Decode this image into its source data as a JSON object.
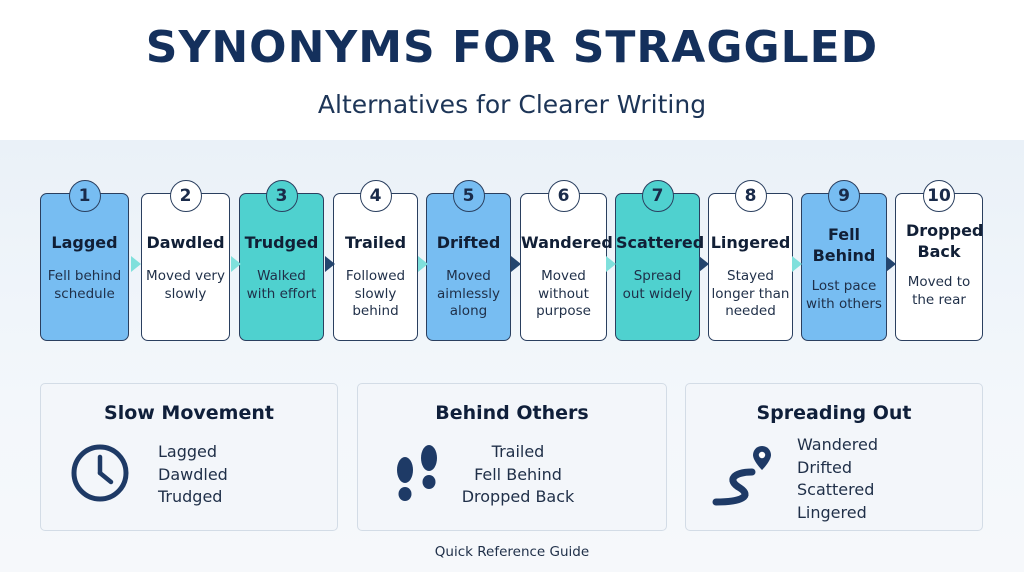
{
  "title": "SYNONYMS FOR STRAGGLED",
  "subtitle": "Alternatives for Clearer Writing",
  "steps": [
    {
      "num": "1",
      "word": "Lagged",
      "desc": [
        "Fell behind",
        "schedule"
      ],
      "color": "#77bdf2"
    },
    {
      "num": "2",
      "word": "Dawdled",
      "desc": [
        "Moved very",
        "slowly"
      ],
      "color": "#ffffff"
    },
    {
      "num": "3",
      "word": "Trudged",
      "desc": [
        "Walked",
        "with effort"
      ],
      "color": "#4fd1cf"
    },
    {
      "num": "4",
      "word": "Trailed",
      "desc": [
        "Followed",
        "slowly",
        "behind"
      ],
      "color": "#ffffff"
    },
    {
      "num": "5",
      "word": "Drifted",
      "desc": [
        "Moved",
        "aimlessly",
        "along"
      ],
      "color": "#77bdf2"
    },
    {
      "num": "6",
      "word": "Wandered",
      "desc": [
        "Moved",
        "without",
        "purpose"
      ],
      "color": "#ffffff"
    },
    {
      "num": "7",
      "word": "Scattered",
      "desc": [
        "Spread",
        "out widely"
      ],
      "color": "#4fd1cf"
    },
    {
      "num": "8",
      "word": "Lingered",
      "desc": [
        "Stayed",
        "longer than",
        "needed"
      ],
      "color": "#ffffff"
    },
    {
      "num": "9",
      "word": "Fell Behind",
      "desc": [
        "Lost pace",
        "with others"
      ],
      "color": "#77bdf2"
    },
    {
      "num": "10",
      "word": "Dropped Back",
      "desc": [
        "Moved to",
        "the rear"
      ],
      "color": "#ffffff"
    }
  ],
  "categories": [
    {
      "title": "Slow Movement",
      "icon": "clock-icon",
      "items": [
        "Lagged",
        "Dawdled",
        "Trudged"
      ]
    },
    {
      "title": "Behind Others",
      "icon": "footprints-icon",
      "items": [
        "Trailed",
        "Fell Behind",
        "Dropped Back"
      ]
    },
    {
      "title": "Spreading Out",
      "icon": "winding-path-pin-icon",
      "items": [
        "Wandered",
        "Drifted",
        "Scattered",
        "Lingered"
      ]
    }
  ],
  "footer": "Quick Reference Guide",
  "colors": {
    "navy": "#14305c",
    "blue": "#77bdf2",
    "teal": "#4fd1cf",
    "arrow_dark": "#24456e",
    "arrow_light": "#7fe0dc"
  }
}
